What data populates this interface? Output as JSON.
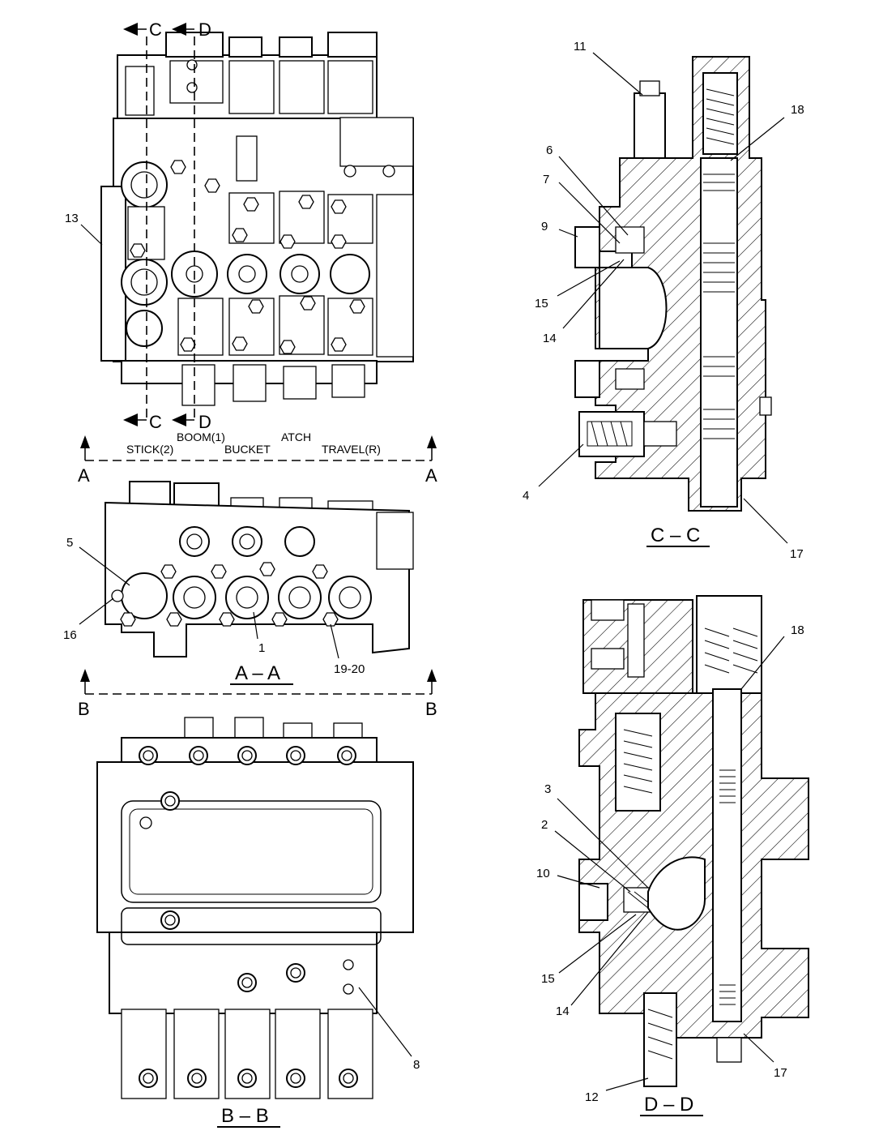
{
  "views": {
    "c_c": "C – C",
    "d_d": "D – D",
    "a_a": "A – A",
    "b_b": "B – B"
  },
  "section_markers": {
    "c": "C",
    "d": "D",
    "a": "A",
    "b": "B"
  },
  "spool_labels": {
    "boom1": "BOOM(1)",
    "atch": "ATCH",
    "stick2": "STICK(2)",
    "bucket": "BUCKET",
    "travel_r": "TRAVEL(R)"
  },
  "callouts": {
    "top_view": [
      "13"
    ],
    "a_a": [
      "5",
      "16",
      "1",
      "19-20"
    ],
    "b_b": [
      "8"
    ],
    "c_c": [
      "11",
      "18",
      "6",
      "7",
      "9",
      "15",
      "14",
      "4",
      "17"
    ],
    "d_d": [
      "18",
      "3",
      "2",
      "10",
      "15",
      "14",
      "17",
      "12"
    ]
  }
}
